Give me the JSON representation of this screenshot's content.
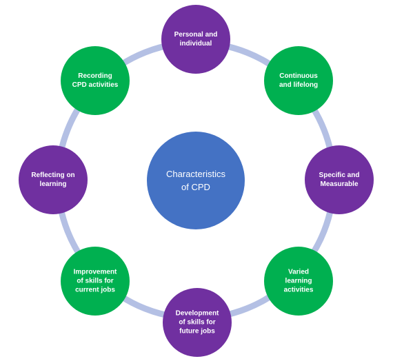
{
  "center": {
    "lines": [
      "Characteristics",
      "of CPD"
    ],
    "color": "#4472C4"
  },
  "ring_color": "#B4C0E4",
  "nodes": [
    {
      "lines": [
        "Personal and",
        "individual"
      ],
      "color": "#7030A0"
    },
    {
      "lines": [
        "Continuous",
        "and lifelong"
      ],
      "color": "#00B050"
    },
    {
      "lines": [
        "Specific and",
        "Measurable"
      ],
      "color": "#7030A0"
    },
    {
      "lines": [
        "Varied",
        "learning",
        "activities"
      ],
      "color": "#00B050"
    },
    {
      "lines": [
        "Development",
        "of skills for",
        "future jobs"
      ],
      "color": "#7030A0"
    },
    {
      "lines": [
        "Improvement",
        "of skills for",
        "current jobs"
      ],
      "color": "#00B050"
    },
    {
      "lines": [
        "Reflecting on",
        "learning"
      ],
      "color": "#7030A0"
    },
    {
      "lines": [
        "Recording",
        "CPD activities"
      ],
      "color": "#00B050"
    }
  ]
}
